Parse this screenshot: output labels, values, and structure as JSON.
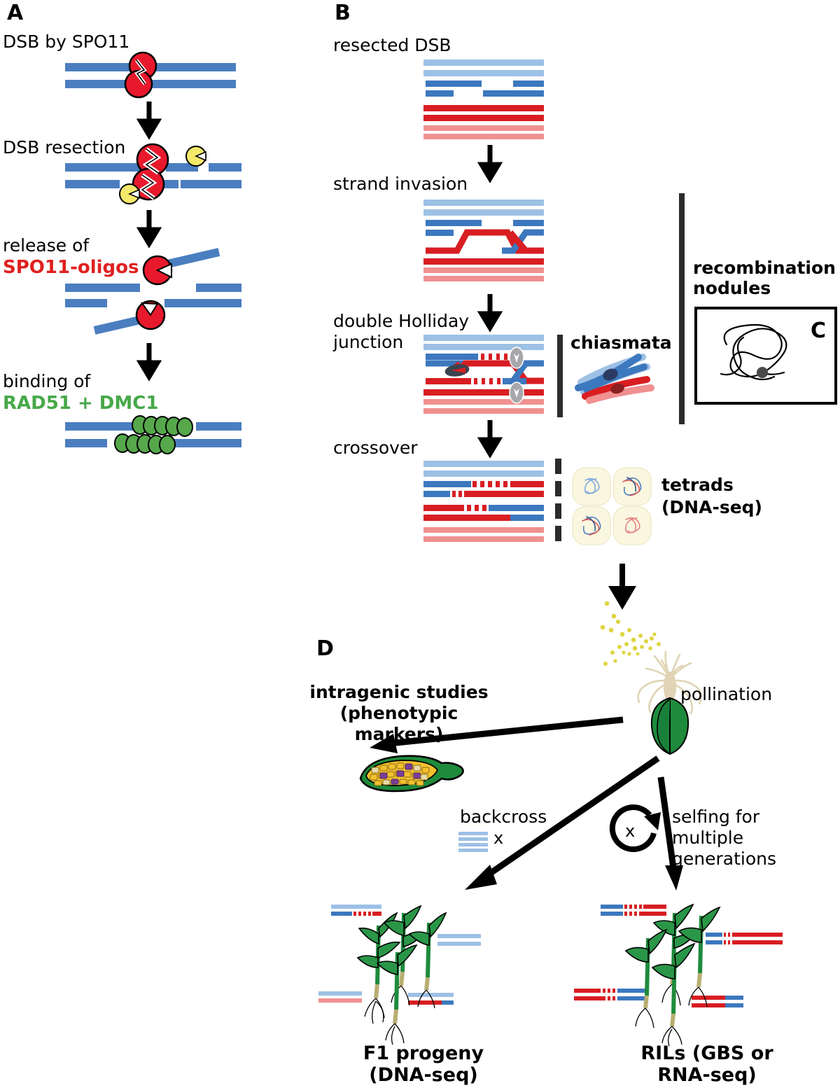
{
  "figure": {
    "type": "schematic-diagram",
    "topic": "Meiotic recombination and maize genetic mapping workflow",
    "background": "#ffffff"
  },
  "colors": {
    "dna_blue": "#4B7EC0",
    "dna_blue_light": "#9DC0E5",
    "dna_blue_dark": "#3C78BE",
    "dna_red": "#D81E22",
    "dna_red_light": "#F09090",
    "spo11_red": "#E8192C",
    "exo_yellow": "#F5E96B",
    "rad51_green": "#56A84B",
    "label_red": "#E02020",
    "label_green": "#46A848",
    "pollen_yellow": "#DFD441",
    "leaf_green": "#1E8B3C",
    "tassel_tan": "#E0D4B4",
    "cell_cream": "#FAF7E0",
    "kernel_yellow": "#F2C12E",
    "kernel_purple": "#7B3F98",
    "bar_black": "#2B2B2B"
  },
  "panels": {
    "a": {
      "letter": "A",
      "steps": [
        {
          "label": "DSB by SPO11",
          "style": "plain"
        },
        {
          "label": "DSB resection",
          "style": "plain"
        },
        {
          "label_line1": "release of",
          "label_line2": "SPO11-oligos",
          "style": "red-second-line"
        },
        {
          "label_line1": "binding of",
          "label_line2": "RAD51 + DMC1",
          "style": "green-second-line"
        }
      ]
    },
    "b": {
      "letter": "B",
      "steps": [
        {
          "label": "resected DSB"
        },
        {
          "label": "strand invasion"
        },
        {
          "label_line1": "double Holliday",
          "label_line2": "junction"
        },
        {
          "label": "crossover"
        }
      ],
      "side_labels": {
        "chiasmata": "chiasmata",
        "recombination_nodules_line1": "recombination",
        "recombination_nodules_line2": "nodules",
        "tetrads_line1": "tetrads",
        "tetrads_line2": "(DNA-seq)"
      }
    },
    "c": {
      "letter": "C",
      "caption": "recombination nodules"
    },
    "d": {
      "letter": "D",
      "labels": {
        "intragenic_line1": "intragenic studies",
        "intragenic_line2": "(phenotypic",
        "intragenic_line3": "markers)",
        "pollination": "pollination",
        "backcross": "backcross",
        "backcross_cross_symbol": "x",
        "selfing_cross_symbol": "x",
        "selfing_line1": "selfing for",
        "selfing_line2": "multiple",
        "selfing_line3": "generations",
        "f1_line1": "F1 progeny",
        "f1_line2": "(DNA-seq)",
        "rils_line1": "RILs (GBS or",
        "rils_line2": "RNA-seq)"
      }
    }
  }
}
